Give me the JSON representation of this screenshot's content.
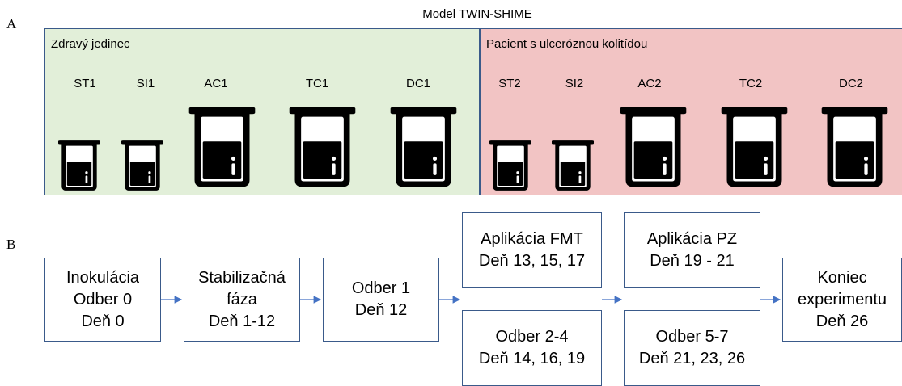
{
  "panel_labels": {
    "a": "A",
    "b": "B"
  },
  "model_title": "Model TWIN-SHIME",
  "healthy": {
    "title": "Zdravý jedinec",
    "vessels": [
      "ST1",
      "SI1",
      "AC1",
      "TC1",
      "DC1"
    ]
  },
  "patient": {
    "title": "Pacient s ulceróznou kolitídou",
    "vessels": [
      "ST2",
      "SI2",
      "AC2",
      "TC2",
      "DC2"
    ]
  },
  "icons": {
    "beaker": "beaker-icon",
    "arrow": "arrow-right-icon"
  },
  "colors": {
    "healthy_bg": "#e2efd9",
    "patient_bg": "#f2c4c4",
    "border": "#3a5a8a",
    "arrow": "#4472c4"
  },
  "timeline": {
    "inoculation": {
      "line1": "Inokulácia",
      "line2": "Odber 0",
      "line3": "Deň 0"
    },
    "stabilization": {
      "line1": "Stabilizačná",
      "line2": "fáza",
      "line3": "Deň 1-12"
    },
    "sample1": {
      "line1": "Odber 1",
      "line2": "Deň 12"
    },
    "fmt": {
      "line1": "Aplikácia FMT",
      "line2": "Deň 13, 15, 17"
    },
    "samples2_4": {
      "line1": "Odber 2-4",
      "line2": "Deň 14, 16, 19"
    },
    "pz": {
      "line1": "Aplikácia PZ",
      "line2": "Deň 19 - 21"
    },
    "samples5_7": {
      "line1": "Odber 5-7",
      "line2": "Deň 21, 23, 26"
    },
    "end": {
      "line1": "Koniec",
      "line2": "experimentu",
      "line3": "Deň 26"
    }
  }
}
